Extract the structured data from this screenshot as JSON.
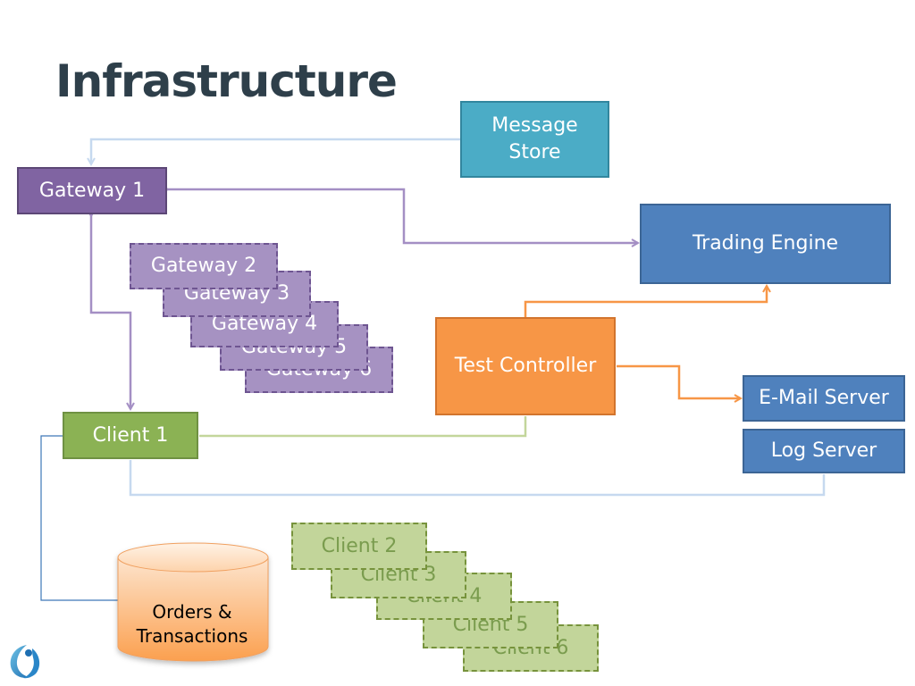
{
  "slide": {
    "title": "Infrastructure"
  },
  "nodes": {
    "message_store": "Message\nStore",
    "gateway_1": "Gateway 1",
    "gateways_stacked": [
      "Gateway 2",
      "Gateway 3",
      "Gateway 4",
      "Gateway 5",
      "Gateway 6"
    ],
    "trading_engine": "Trading Engine",
    "test_controller": "Test Controller",
    "email_server": "E-Mail Server",
    "log_server": "Log Server",
    "client_1": "Client 1",
    "clients_stacked": [
      "Client 2",
      "Client 3",
      "Client 4",
      "Client 5",
      "Client 6"
    ],
    "database": "Orders &\nTransactions"
  },
  "colors": {
    "gateway": "#8064a2",
    "client": "#8bb254",
    "message_store": "#4bacc6",
    "server": "#4f81bd",
    "controller": "#f79646",
    "database": "#fbb777",
    "title": "#2e3f4a"
  },
  "icons": {
    "logo": "brand-logo-icon"
  }
}
